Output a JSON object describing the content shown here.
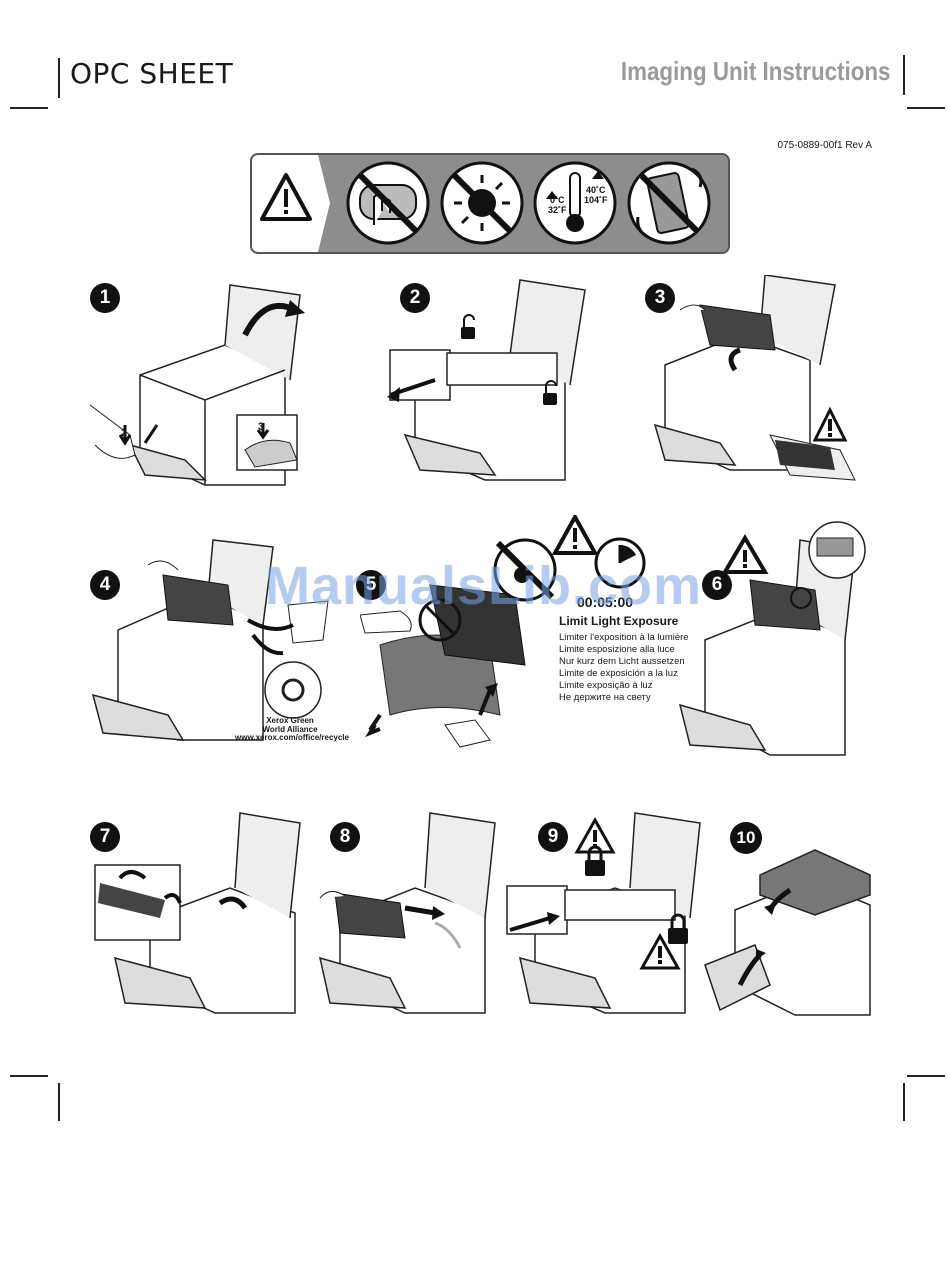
{
  "header": {
    "left_title": "OPC SHEET",
    "right_title": "Imaging Unit Instructions",
    "doc_number": "075-0889-00f1 Rev A"
  },
  "warning_bar": {
    "icons": [
      "warning-triangle-icon",
      "no-touch-drum-icon",
      "no-sunlight-icon",
      "temperature-range-icon",
      "no-tilt-icon"
    ],
    "temp_low_c": "0˚C",
    "temp_low_f": "32˚F",
    "temp_high_c": "40˚C",
    "temp_high_f": "104˚F"
  },
  "steps": [
    {
      "number": "1"
    },
    {
      "number": "2"
    },
    {
      "number": "3"
    },
    {
      "number": "4"
    },
    {
      "number": "5"
    },
    {
      "number": "6"
    },
    {
      "number": "7"
    },
    {
      "number": "8"
    },
    {
      "number": "9"
    },
    {
      "number": "10"
    }
  ],
  "step1_callouts": {
    "press": "2",
    "latch": "3"
  },
  "recycle": {
    "line1": "Xerox Green",
    "line2": "World Alliance",
    "url": "www.xerox.com/office/recycle"
  },
  "light_exposure": {
    "timer": "00:05:00",
    "title": "Limit Light Exposure",
    "lines": [
      "Limiter l'exposition à la lumière",
      "Limite esposizione alla luce",
      "Nur kurz dem Licht aussetzen",
      "Limite de exposición a la luz",
      "Limite exposição à luz",
      "Не держите на свету"
    ]
  },
  "watermark": "ManualsLib.com",
  "colors": {
    "warning_bar_bg": "#8d8d8d",
    "header_right": "#9a9a9a",
    "watermark": "#78a0e1"
  }
}
